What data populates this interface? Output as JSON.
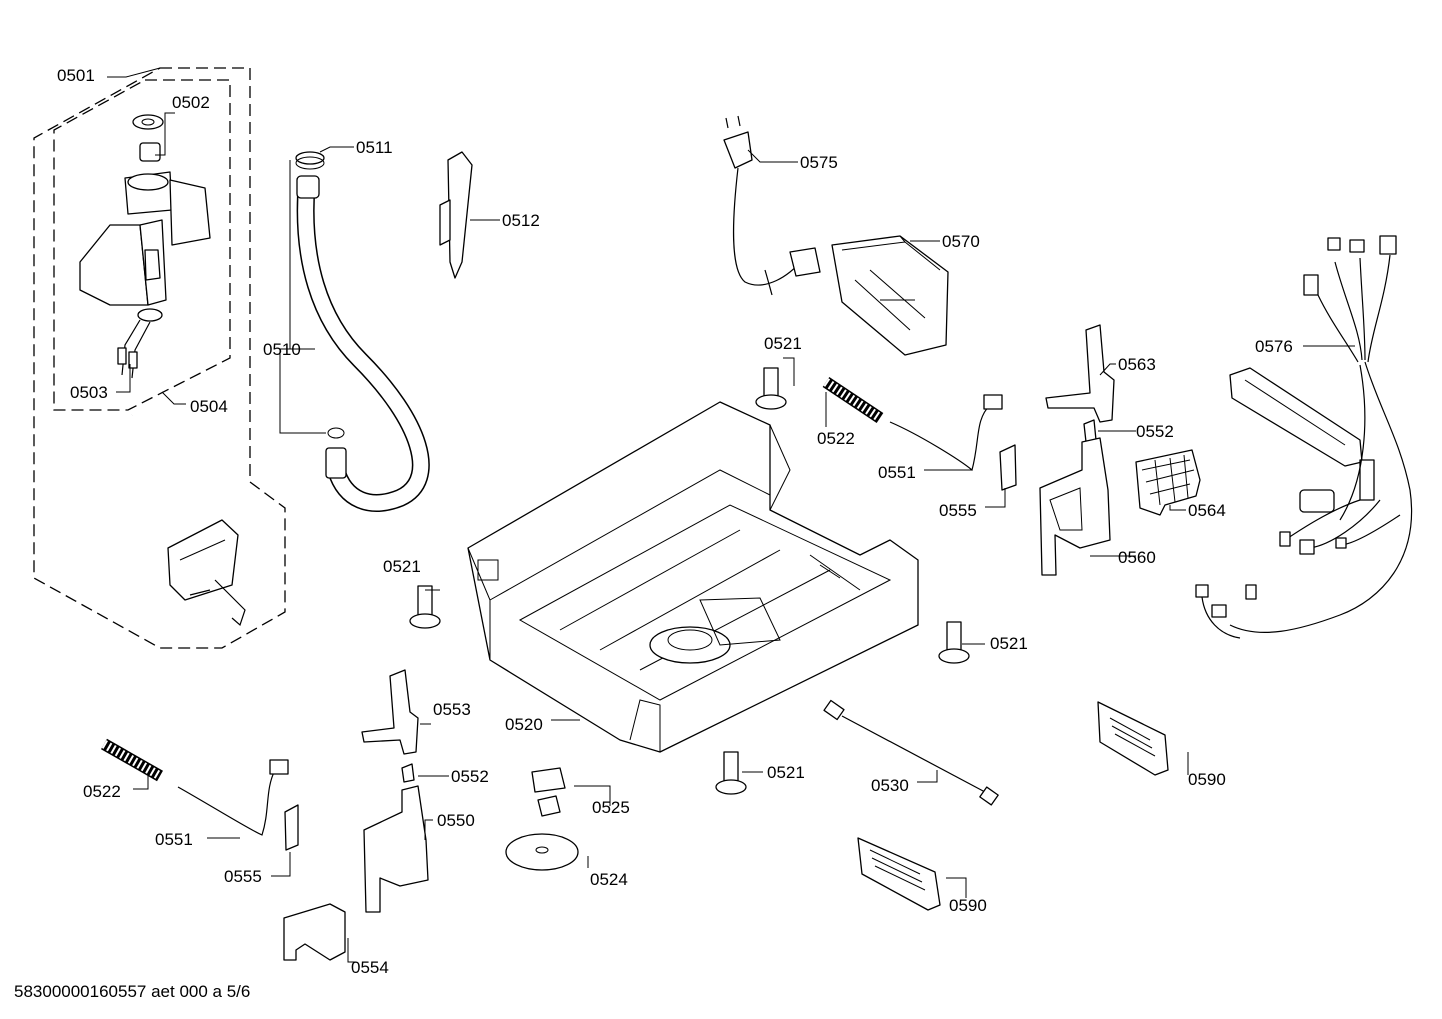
{
  "callouts": [
    {
      "id": "0501",
      "text": "0501"
    },
    {
      "id": "0502",
      "text": "0502"
    },
    {
      "id": "0503",
      "text": "0503"
    },
    {
      "id": "0504",
      "text": "0504"
    },
    {
      "id": "0510",
      "text": "0510"
    },
    {
      "id": "0511",
      "text": "0511"
    },
    {
      "id": "0512",
      "text": "0512"
    },
    {
      "id": "0520",
      "text": "0520"
    },
    {
      "id": "0521a",
      "text": "0521"
    },
    {
      "id": "0521b",
      "text": "0521"
    },
    {
      "id": "0521c",
      "text": "0521"
    },
    {
      "id": "0521d",
      "text": "0521"
    },
    {
      "id": "0522a",
      "text": "0522"
    },
    {
      "id": "0522b",
      "text": "0522"
    },
    {
      "id": "0524",
      "text": "0524"
    },
    {
      "id": "0525",
      "text": "0525"
    },
    {
      "id": "0530",
      "text": "0530"
    },
    {
      "id": "0550",
      "text": "0550"
    },
    {
      "id": "0551a",
      "text": "0551"
    },
    {
      "id": "0551b",
      "text": "0551"
    },
    {
      "id": "0552a",
      "text": "0552"
    },
    {
      "id": "0552b",
      "text": "0552"
    },
    {
      "id": "0553",
      "text": "0553"
    },
    {
      "id": "0554",
      "text": "0554"
    },
    {
      "id": "0555a",
      "text": "0555"
    },
    {
      "id": "0555b",
      "text": "0555"
    },
    {
      "id": "0560",
      "text": "0560"
    },
    {
      "id": "0563",
      "text": "0563"
    },
    {
      "id": "0564",
      "text": "0564"
    },
    {
      "id": "0570",
      "text": "0570"
    },
    {
      "id": "0575",
      "text": "0575"
    },
    {
      "id": "0576",
      "text": "0576"
    },
    {
      "id": "0590a",
      "text": "0590"
    },
    {
      "id": "0590b",
      "text": "0590"
    }
  ],
  "footer": "58300000160557 aet 000 a 5/6"
}
